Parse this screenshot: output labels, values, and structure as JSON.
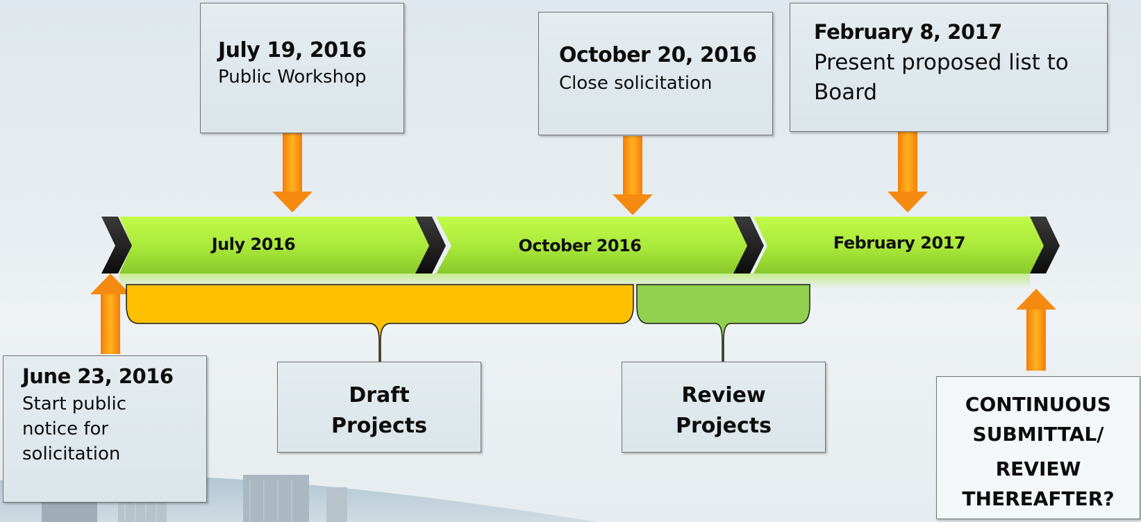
{
  "milestones_top": [
    {
      "date": "July 19, 2016",
      "desc": "Public Workshop"
    },
    {
      "date": "October 20, 2016",
      "desc": "Close solicitation"
    },
    {
      "date": "February 8, 2017",
      "desc": "Present proposed list to Board"
    }
  ],
  "milestone_start": {
    "date": "June 23, 2016",
    "desc": "Start public notice for solicitation"
  },
  "timeline_segments": [
    "July 2016",
    "October 2016",
    "February 2017"
  ],
  "phases": [
    {
      "label_line1": "Draft",
      "label_line2": "Projects",
      "color": "#ffc000"
    },
    {
      "label_line1": "Review",
      "label_line2": "Projects",
      "color": "#92d050"
    }
  ],
  "continuous": {
    "line1": "CONTINUOUS",
    "line2": "SUBMITTAL/",
    "line3": "REVIEW",
    "line4": "THEREAFTER?"
  },
  "colors": {
    "arrow": "#f58a10",
    "timeline_green": "#a6e23c",
    "chevron": "#1a1a1a"
  }
}
